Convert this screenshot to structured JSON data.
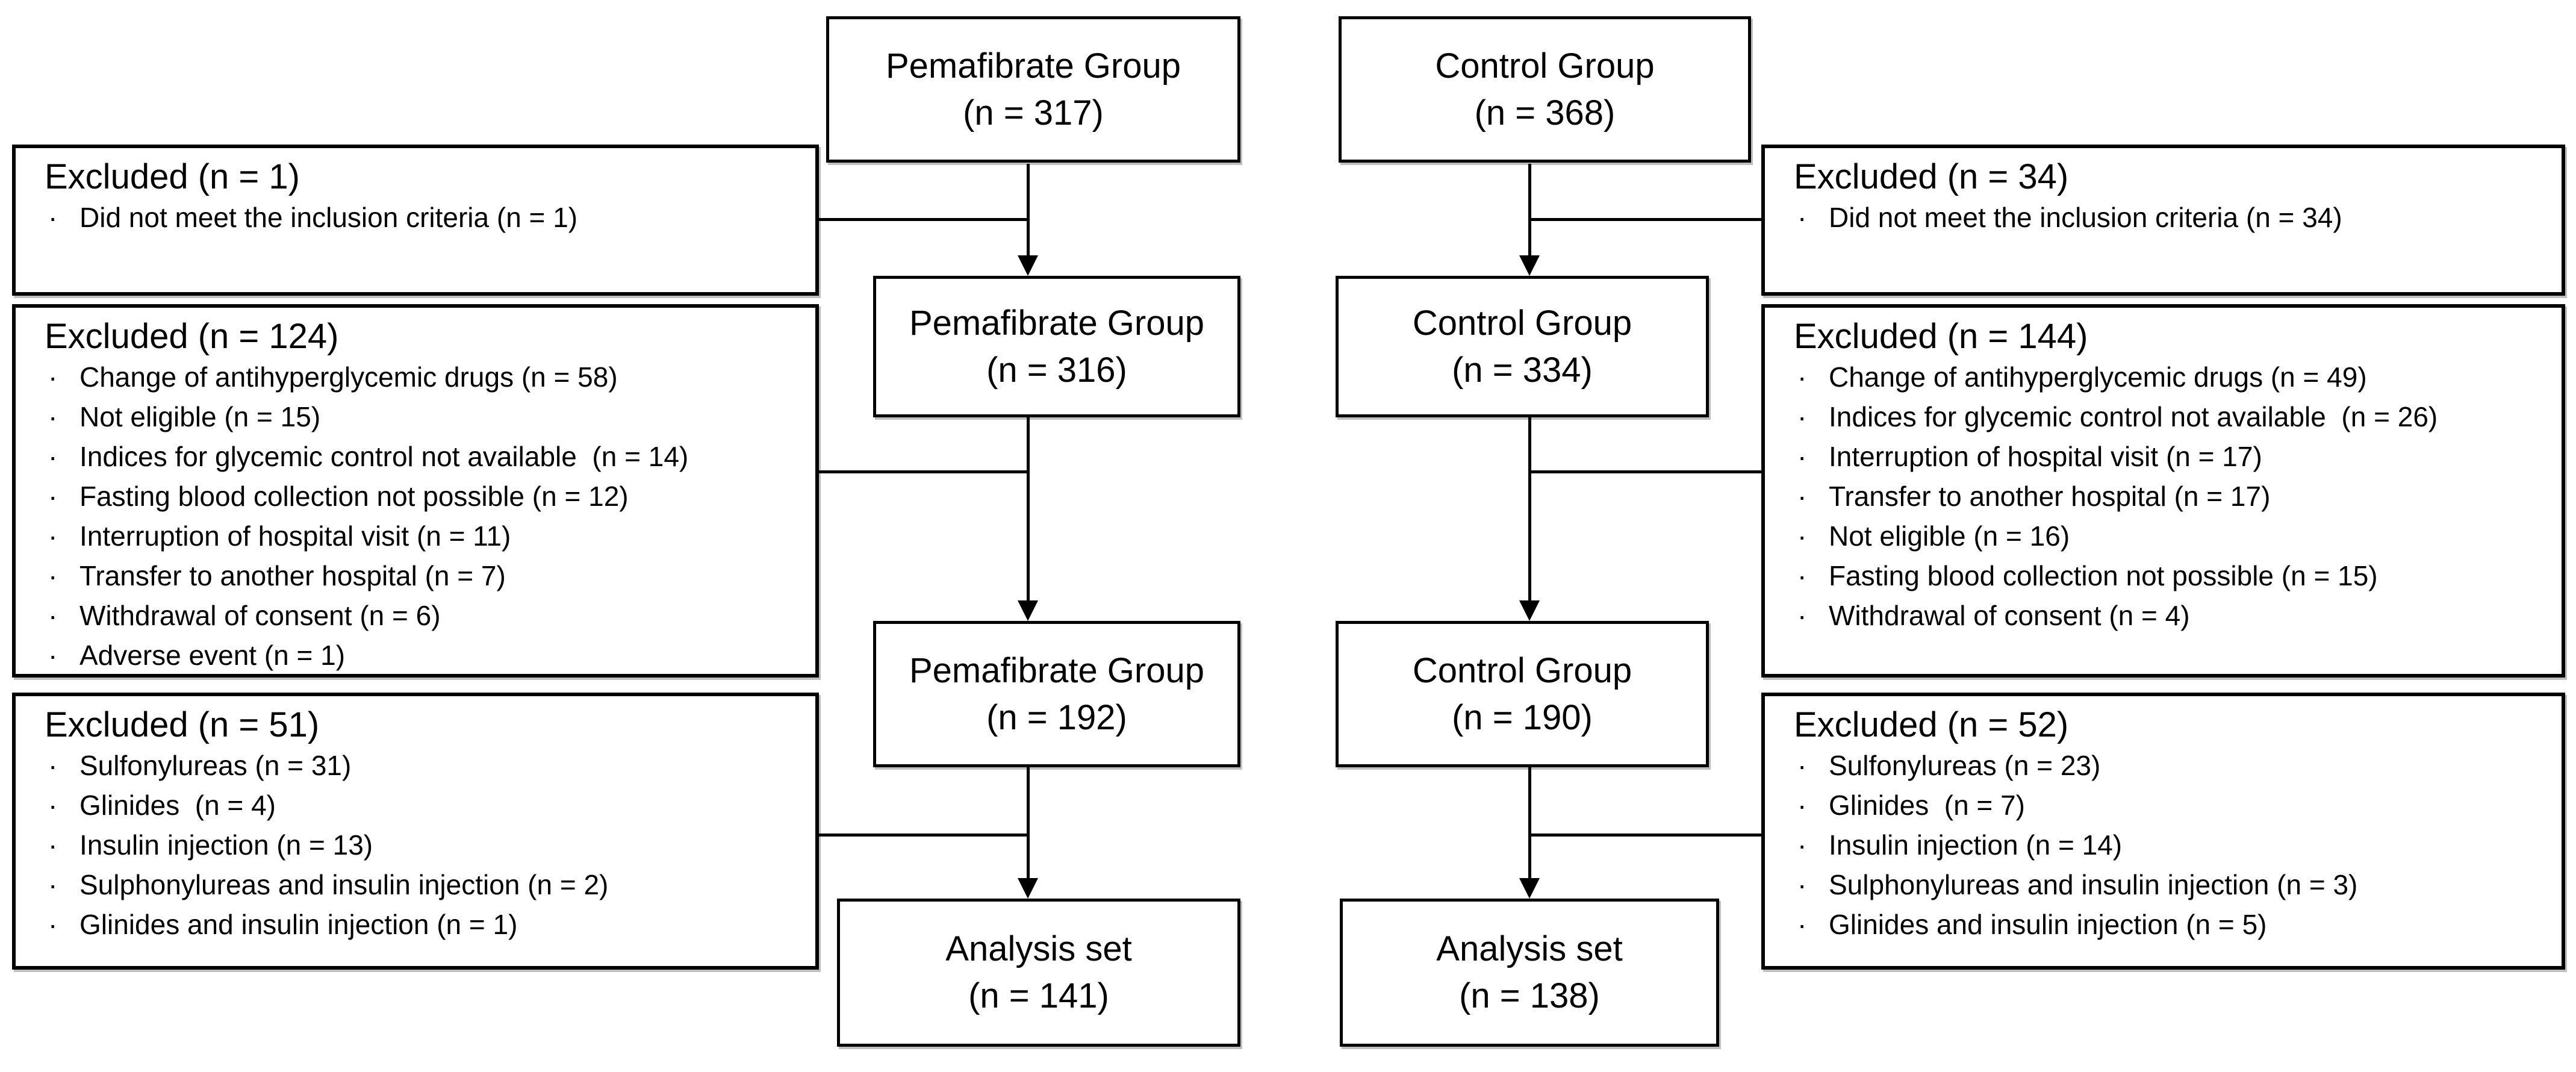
{
  "colors": {
    "line": "#000000",
    "background": "#ffffff",
    "text": "#000000"
  },
  "bullet_char": "·",
  "flow": {
    "pemafibrate": {
      "stages": [
        {
          "title": "Pemafibrate Group",
          "n": "(n = 317)"
        },
        {
          "title": "Pemafibrate Group",
          "n": "(n = 316)"
        },
        {
          "title": "Pemafibrate Group",
          "n": "(n = 192)"
        },
        {
          "title": "Analysis set",
          "n": "(n = 141)"
        }
      ],
      "exclusions": [
        {
          "title": "Excluded (n = 1)",
          "items": [
            "Did not meet the inclusion criteria (n = 1)"
          ]
        },
        {
          "title": "Excluded (n = 124)",
          "items": [
            "Change of antihyperglycemic drugs (n = 58)",
            "Not eligible (n = 15)",
            "Indices for glycemic control not available  (n = 14)",
            "Fasting blood collection not possible (n = 12)",
            "Interruption of hospital visit (n = 11)",
            "Transfer to another hospital (n = 7)",
            "Withdrawal of consent (n = 6)",
            "Adverse event (n = 1)"
          ]
        },
        {
          "title": "Excluded (n = 51)",
          "items": [
            "Sulfonylureas (n = 31)",
            "Glinides  (n = 4)",
            "Insulin injection (n = 13)",
            "Sulphonylureas and insulin injection (n = 2)",
            "Glinides and insulin injection (n = 1)"
          ]
        }
      ]
    },
    "control": {
      "stages": [
        {
          "title": "Control Group",
          "n": "(n = 368)"
        },
        {
          "title": "Control Group",
          "n": "(n = 334)"
        },
        {
          "title": "Control Group",
          "n": "(n = 190)"
        },
        {
          "title": "Analysis set",
          "n": "(n = 138)"
        }
      ],
      "exclusions": [
        {
          "title": "Excluded (n = 34)",
          "items": [
            "Did not meet the inclusion criteria (n = 34)"
          ]
        },
        {
          "title": "Excluded (n = 144)",
          "items": [
            "Change of antihyperglycemic drugs (n = 49)",
            "Indices for glycemic control not available  (n = 26)",
            "Interruption of hospital visit (n = 17)",
            "Transfer to another hospital (n = 17)",
            "Not eligible (n = 16)",
            "Fasting blood collection not possible (n = 15)",
            "Withdrawal of consent (n = 4)"
          ]
        },
        {
          "title": "Excluded (n = 52)",
          "items": [
            "Sulfonylureas (n = 23)",
            "Glinides  (n = 7)",
            "Insulin injection (n = 14)",
            "Sulphonylureas and insulin injection (n = 3)",
            "Glinides and insulin injection (n = 5)"
          ]
        }
      ]
    }
  }
}
